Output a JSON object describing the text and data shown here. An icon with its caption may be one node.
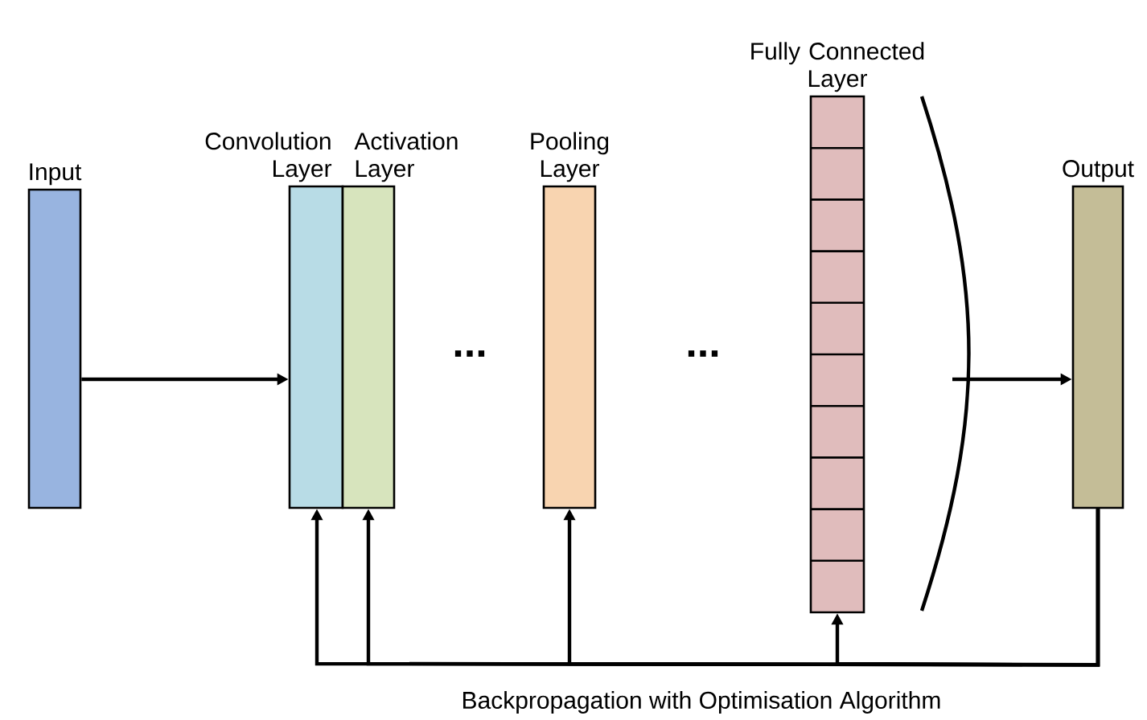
{
  "diagram": {
    "nodes": [
      {
        "text": [
          "Input"
        ]
      },
      {
        "text": [
          "Convolution Layer"
        ]
      },
      {
        "text": [
          "Activation Layer"
        ]
      },
      {
        "text": [
          "Pooling Layer"
        ]
      },
      {
        "text": [
          "Fully Connected Layer"
        ]
      },
      {
        "text": [
          "Output"
        ]
      }
    ],
    "edges": [
      {
        "from": 0,
        "to": 1,
        "arrow": "to"
      },
      {
        "from": 4,
        "to": 5,
        "arrow": "to"
      },
      {
        "from": 5,
        "to": 1,
        "arrow": "to"
      },
      {
        "from": 5,
        "to": 2,
        "arrow": "to"
      },
      {
        "from": 5,
        "to": 3,
        "arrow": "to"
      },
      {
        "from": 5,
        "to": 4,
        "arrow": "to"
      }
    ],
    "labels": [
      "...",
      "...",
      "Backpropagation with Optimisation Algorithm"
    ]
  }
}
